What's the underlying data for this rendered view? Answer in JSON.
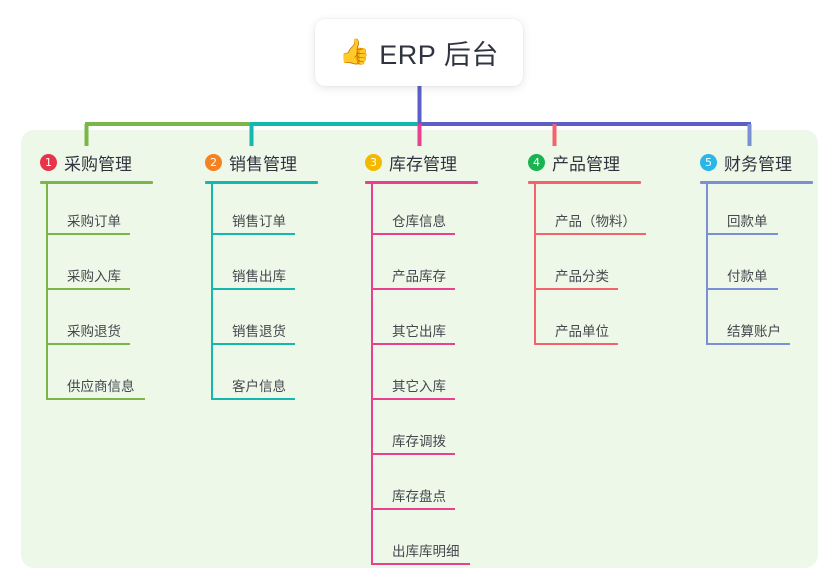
{
  "title": {
    "icon": "thumbs-up-icon",
    "emoji": "👍",
    "text": "ERP 后台"
  },
  "colors": {
    "panel_background": "#eef8e8",
    "page_background": "#ffffff",
    "title_text": "#2f3440",
    "item_text": "#44484f",
    "center_stem": "#5b5fc7",
    "bus_left_green": "#7ab648",
    "bus_mid_teal": "#14b8ac",
    "bus_right_purple": "#5b5fc7"
  },
  "columns": [
    {
      "number": "1",
      "title": "采购管理",
      "badge_color": "#e8334a",
      "line_color": "#7ab648",
      "rule_width": 113,
      "items": [
        {
          "label": "采购订单",
          "rule_width": 84
        },
        {
          "label": "采购入库",
          "rule_width": 84
        },
        {
          "label": "采购退货",
          "rule_width": 84
        },
        {
          "label": "供应商信息",
          "rule_width": 99
        }
      ]
    },
    {
      "number": "2",
      "title": "销售管理",
      "badge_color": "#f58220",
      "line_color": "#14b8ac",
      "rule_width": 113,
      "items": [
        {
          "label": "销售订单",
          "rule_width": 84
        },
        {
          "label": "销售出库",
          "rule_width": 84
        },
        {
          "label": "销售退货",
          "rule_width": 84
        },
        {
          "label": "客户信息",
          "rule_width": 84
        }
      ]
    },
    {
      "number": "3",
      "title": "库存管理",
      "badge_color": "#f5b800",
      "line_color": "#e8418f",
      "rule_width": 113,
      "items": [
        {
          "label": "仓库信息",
          "rule_width": 84
        },
        {
          "label": "产品库存",
          "rule_width": 84
        },
        {
          "label": "其它出库",
          "rule_width": 84
        },
        {
          "label": "其它入库",
          "rule_width": 84
        },
        {
          "label": "库存调拨",
          "rule_width": 84
        },
        {
          "label": "库存盘点",
          "rule_width": 84
        },
        {
          "label": "出库库明细",
          "rule_width": 99
        }
      ]
    },
    {
      "number": "4",
      "title": "产品管理",
      "badge_color": "#19b451",
      "line_color": "#f4636b",
      "rule_width": 113,
      "items": [
        {
          "label": "产品（物料）",
          "rule_width": 112
        },
        {
          "label": "产品分类",
          "rule_width": 84
        },
        {
          "label": "产品单位",
          "rule_width": 84
        }
      ]
    },
    {
      "number": "5",
      "title": "财务管理",
      "badge_color": "#29b6e8",
      "line_color": "#7b8fd4",
      "rule_width": 113,
      "items": [
        {
          "label": "回款单",
          "rule_width": 72
        },
        {
          "label": "付款单",
          "rule_width": 72
        },
        {
          "label": "结算账户",
          "rule_width": 84
        }
      ]
    }
  ]
}
